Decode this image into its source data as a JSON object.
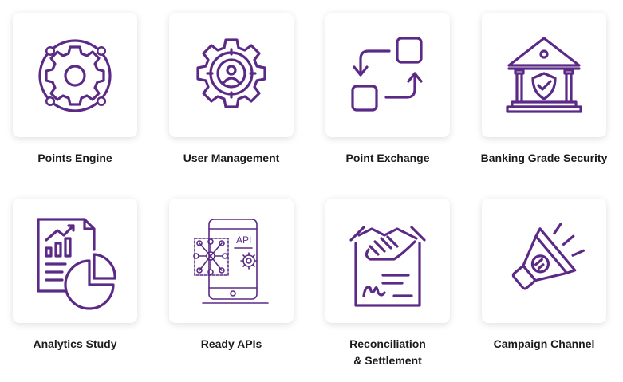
{
  "features": [
    {
      "label": "Points Engine",
      "icon": "gear-network-icon"
    },
    {
      "label": "User Management",
      "icon": "user-gear-icon"
    },
    {
      "label": "Point Exchange",
      "icon": "exchange-arrows-icon"
    },
    {
      "label": "Banking Grade Security",
      "icon": "bank-shield-icon"
    },
    {
      "label": "Analytics Study",
      "icon": "analytics-report-icon"
    },
    {
      "label": "Ready APIs",
      "icon": "api-phone-icon"
    },
    {
      "label": "Reconciliation",
      "label2": "& Settlement",
      "icon": "handshake-contract-icon"
    },
    {
      "label": "Campaign Channel",
      "icon": "megaphone-icon"
    }
  ],
  "colors": {
    "icon": "#5b2a86",
    "text": "#1b1b1b"
  }
}
